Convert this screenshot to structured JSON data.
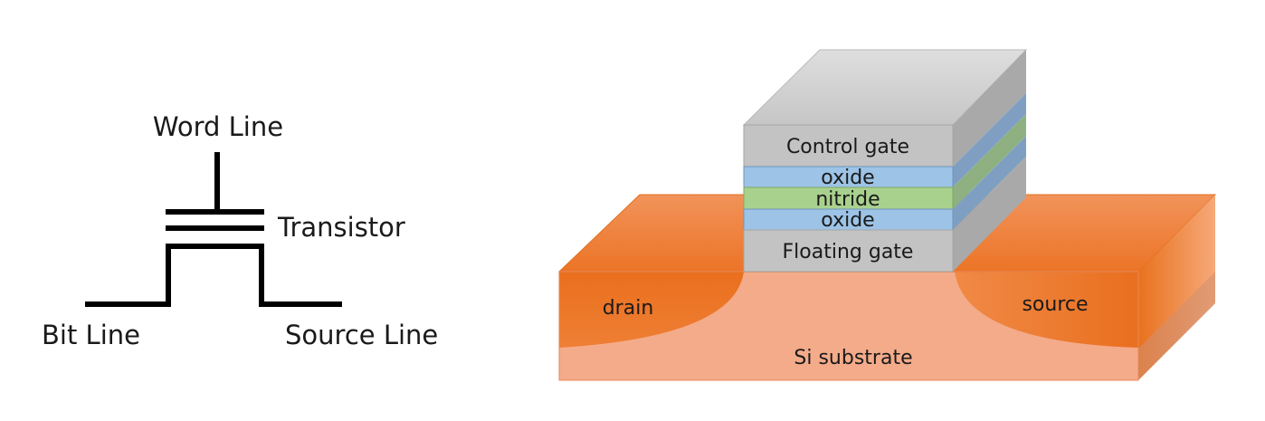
{
  "schematic": {
    "word_line": "Word Line",
    "transistor": "Transistor",
    "bit_line": "Bit Line",
    "source_line": "Source Line"
  },
  "device": {
    "control_gate": "Control gate",
    "oxide_top": "oxide",
    "nitride": "nitride",
    "oxide_bottom": "oxide",
    "floating_gate": "Floating gate",
    "drain": "drain",
    "source": "source",
    "substrate": "Si substrate"
  },
  "colors": {
    "substrate_front": "#f4ab8a",
    "substrate_doped": "#ec7426",
    "gate_grey": "#c3c3c3",
    "oxide_blue": "#9dc3e6",
    "nitride_green": "#a9d18e"
  }
}
